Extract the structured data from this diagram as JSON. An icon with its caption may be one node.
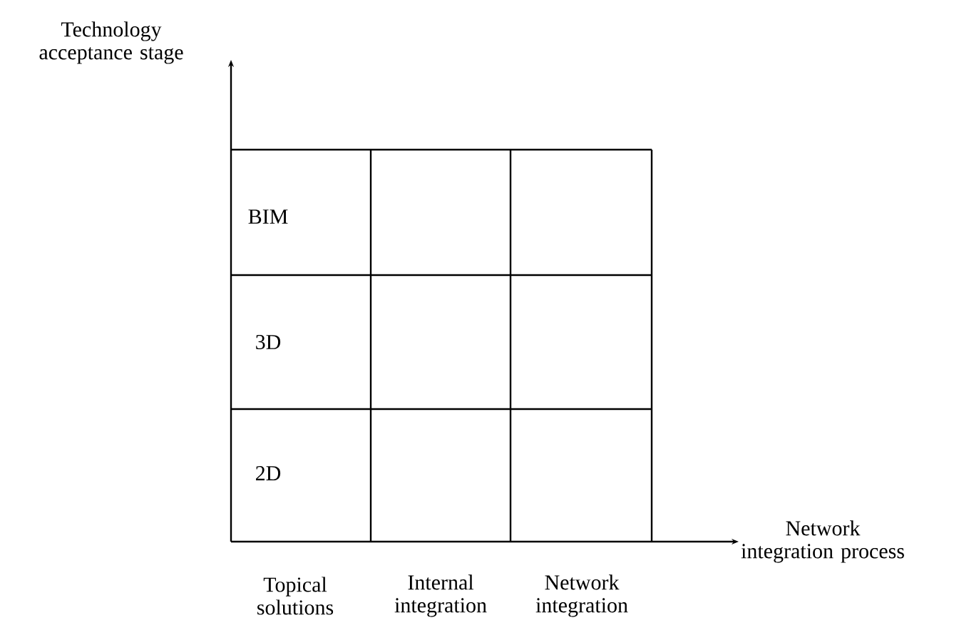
{
  "diagram": {
    "labels": [
      "Technology acceptance stage",
      "BIM",
      "3D",
      "2D",
      "Network integration process",
      "Topical solutions",
      "Internal integration",
      "Network integration"
    ]
  }
}
